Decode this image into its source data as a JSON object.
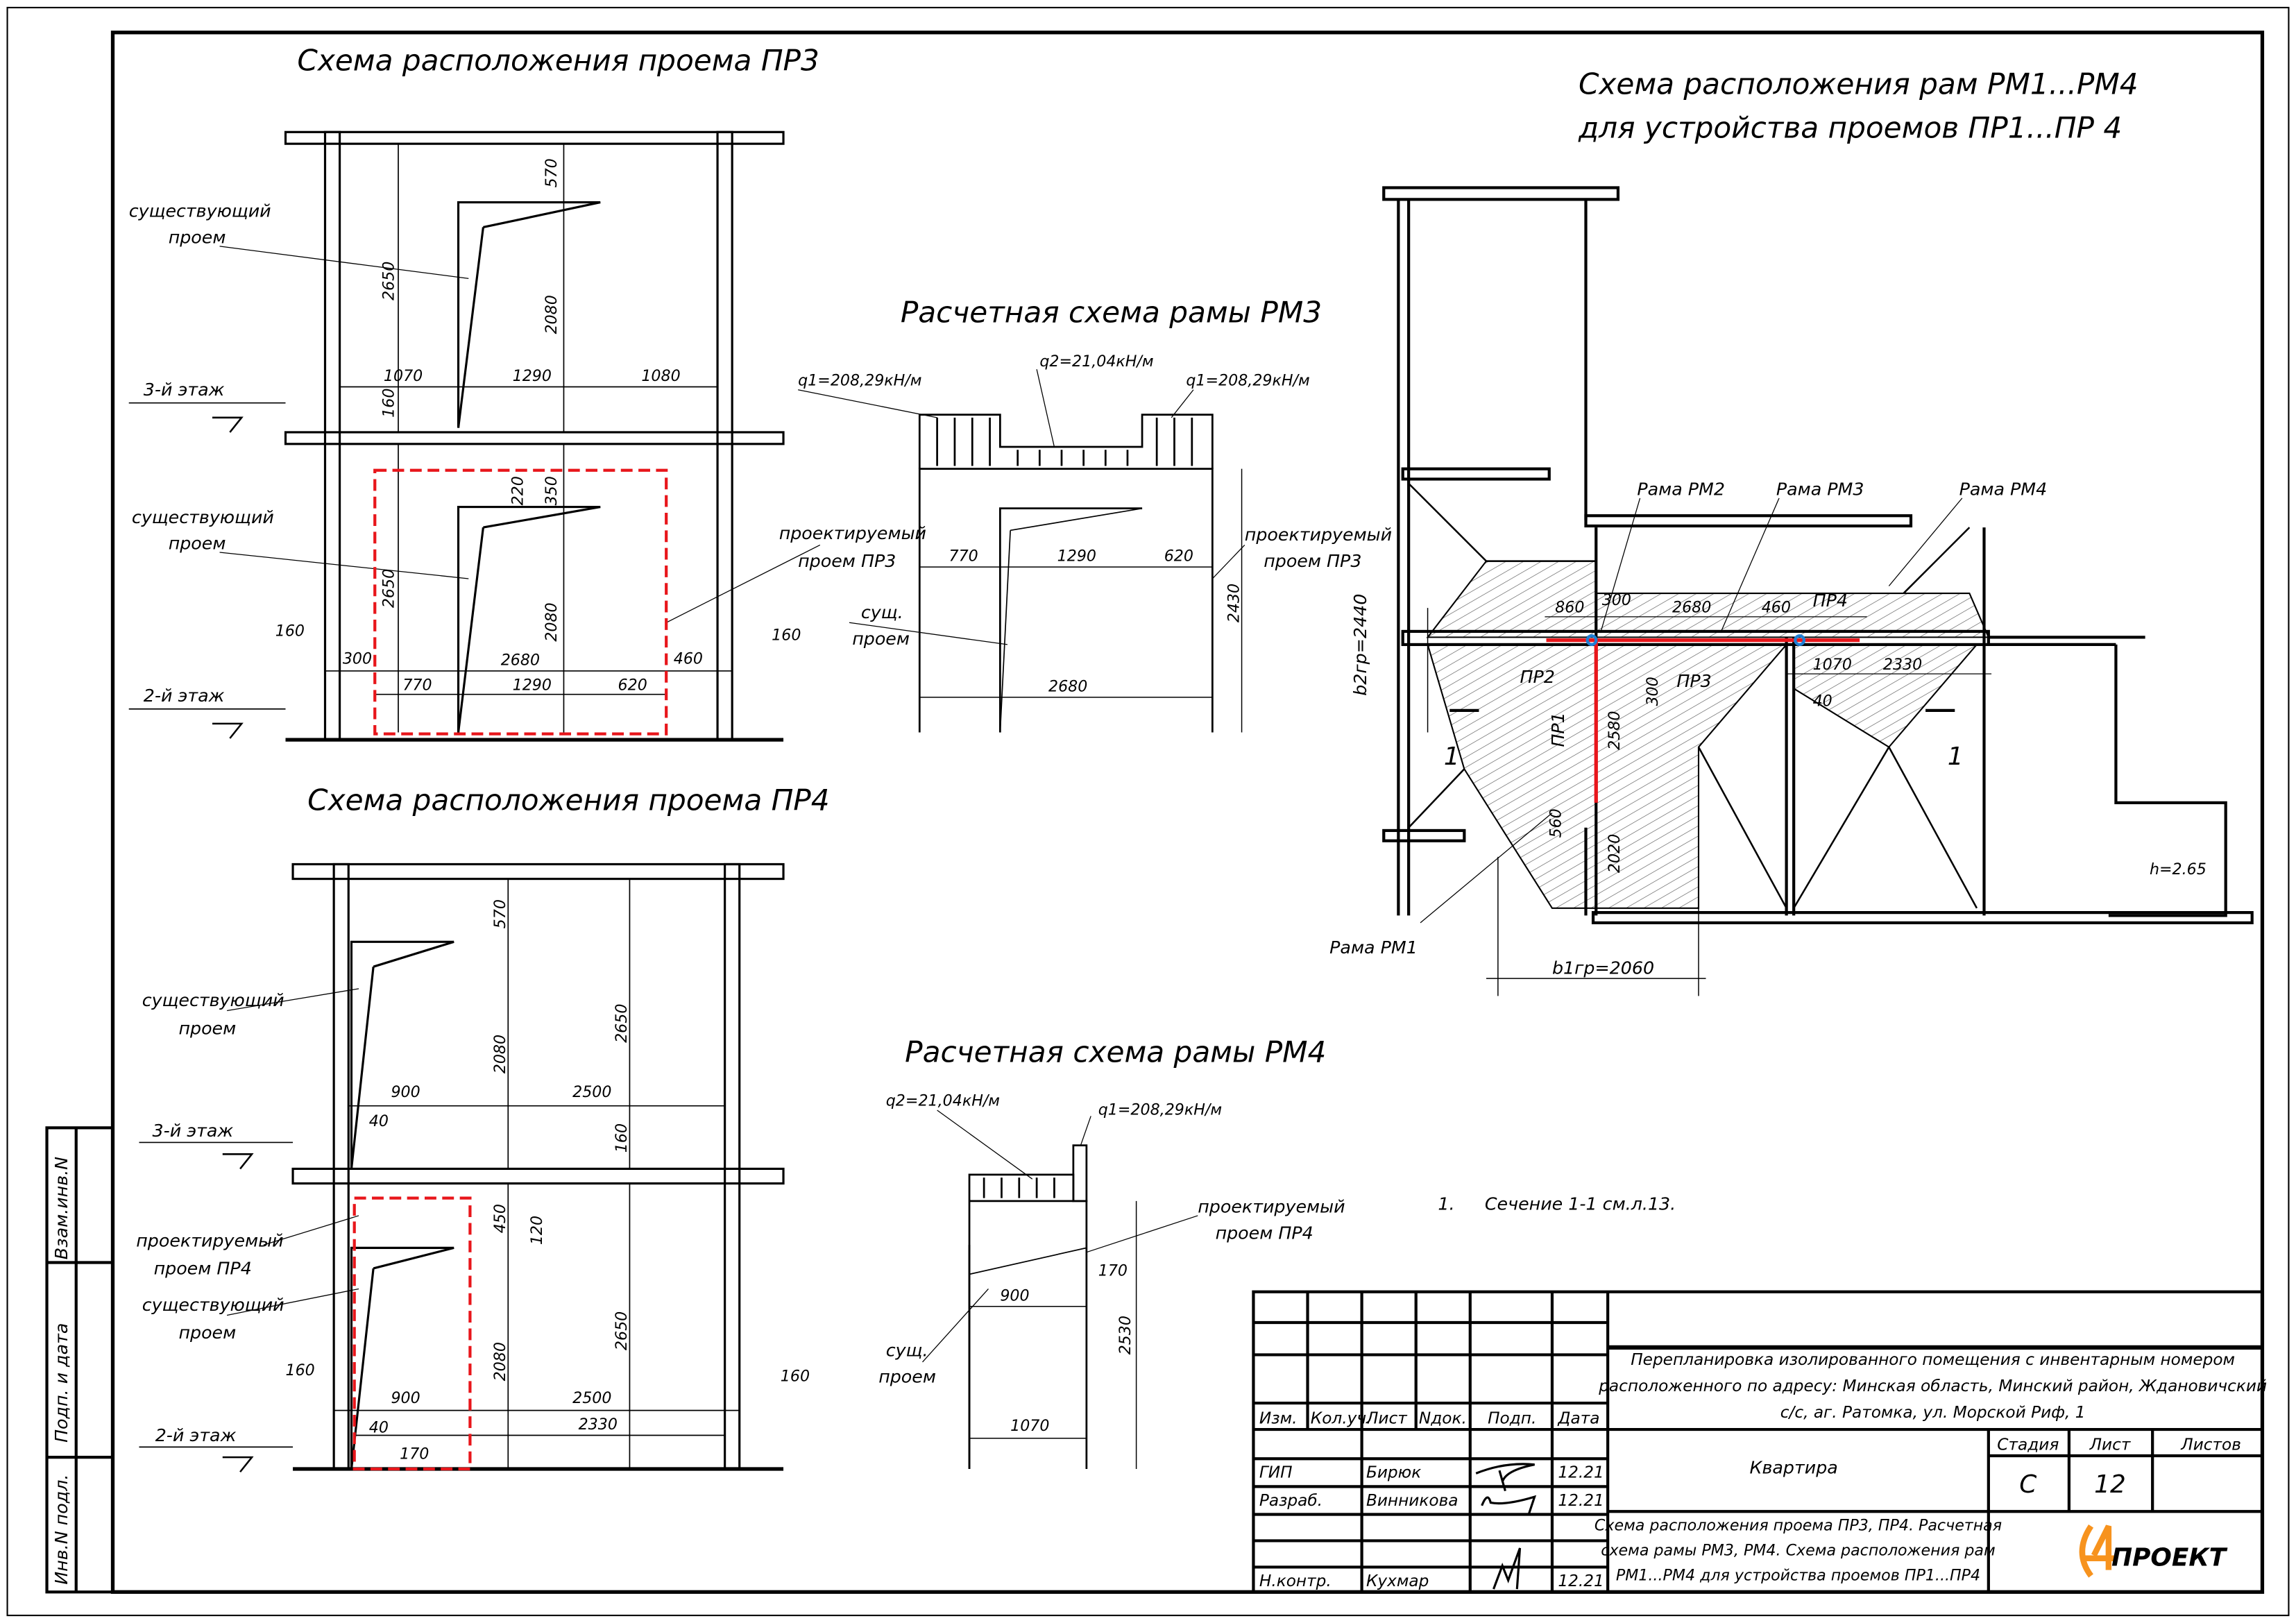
{
  "pr3": {
    "title": "Схема расположения проема ПР3",
    "existing_opening": [
      "существующий",
      "проем"
    ],
    "floor3": "3-й этаж",
    "floor2": "2-й этаж",
    "designed_opening": [
      "проектируемый",
      "проем ПР3"
    ],
    "dims": [
      "570",
      "2650",
      "2080",
      "1070",
      "1290",
      "1080",
      "160",
      "220",
      "350",
      "2650",
      "2080",
      "160",
      "300",
      "2680",
      "460",
      "160",
      "770",
      "1290",
      "620"
    ]
  },
  "pr4": {
    "title": "Схема расположения проема ПР4",
    "existing_opening": [
      "существующий",
      "проем"
    ],
    "floor3": "3-й этаж",
    "floor2": "2-й этаж",
    "designed_opening": [
      "проектируемый",
      "проем ПР4"
    ],
    "dims": [
      "570",
      "2080",
      "2650",
      "900",
      "2500",
      "40",
      "160",
      "450",
      "120",
      "2080",
      "2650",
      "160",
      "900",
      "2500",
      "160",
      "40",
      "2330",
      "170"
    ]
  },
  "pm3": {
    "title": "Расчетная схема рамы РМ3",
    "q1_left": "q1=208,29кН/м",
    "q2": "q2=21,04кН/м",
    "q1_right": "q1=208,29кН/м",
    "designed_opening": [
      "проектируемый",
      "проем ПР3"
    ],
    "existing_opening": [
      "сущ.",
      "проем"
    ],
    "dims": [
      "770",
      "1290",
      "620",
      "2680",
      "2430"
    ]
  },
  "pm4": {
    "title": "Расчетная схема рамы РМ4",
    "q2": "q2=21,04кН/м",
    "q1": "q1=208,29кН/м",
    "designed_opening": [
      "проектируемый",
      "проем ПР4"
    ],
    "existing_opening": [
      "сущ.",
      "проем"
    ],
    "dims": [
      "900",
      "170",
      "1070",
      "2530"
    ]
  },
  "plan": {
    "title": [
      "Схема расположения рам РМ1...РМ4",
      "для устройства проемов ПР1...ПР 4"
    ],
    "frames": [
      "Рама РМ2",
      "Рама РМ3",
      "Рама РМ4",
      "Рама РМ1"
    ],
    "openings": [
      "ПР1",
      "ПР2",
      "ПР3",
      "ПР4"
    ],
    "dims": [
      "860",
      "300",
      "2680",
      "460",
      "1070",
      "2330",
      "40",
      "300",
      "2580",
      "560",
      "2020"
    ],
    "section_mark": "1",
    "b2": "b2гр=2440",
    "b1": "b1гр=2060",
    "height": "h=2.65",
    "accent_red": "#e8161b",
    "accent_blue": "#1e7fd6"
  },
  "note": {
    "num": "1.",
    "text": "Сечение 1-1 см.л.13."
  },
  "side_stamp": [
    "Взам.инв.N",
    "Подп. и дата",
    "Инв.N подл."
  ],
  "title_block": {
    "headers": [
      "Изм.",
      "Кол.уч.",
      "Лист",
      "Nдок.",
      "Подп.",
      "Дата"
    ],
    "people": [
      {
        "role": "ГИП",
        "name": "Бирюк",
        "date": "12.21"
      },
      {
        "role": "Разраб.",
        "name": "Винникова",
        "date": "12.21"
      },
      {
        "role": "Н.контр.",
        "name": "Кухмар",
        "date": "12.21"
      }
    ],
    "project": [
      "Перепланировка изолированного помещения с инвентарным номером",
      "расположенного по адресу: Минская область, Минский район, Ждановичский",
      "с/с, аг. Ратомка, ул. Морской Риф, 1"
    ],
    "object": "Квартира",
    "stage_label": "Стадия",
    "sheet_label": "Лист",
    "sheets_label": "Листов",
    "stage": "С",
    "sheet": "12",
    "sheets": "",
    "sheet_title": [
      "Схема расположения проема ПР3, ПР4. Расчетная",
      "схема рамы РМ3, РМ4. Схема расположения рам",
      "РМ1...РМ4  для устройства проемов ПР1...ПР4"
    ],
    "logo": "ПРОЕКТ",
    "logo_color": "#f7931e"
  }
}
